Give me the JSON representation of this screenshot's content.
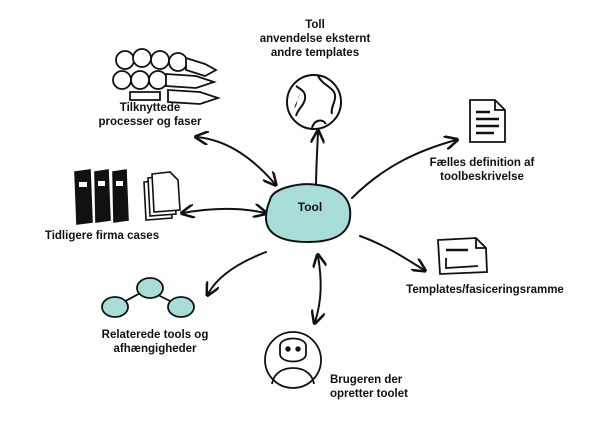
{
  "center": {
    "label": "Tool",
    "fill": "#a8dcd6"
  },
  "nodes": [
    {
      "id": "external",
      "label": "Toll\nanvendelse eksternt\nandre templates",
      "icon": "globe-icon"
    },
    {
      "id": "processes",
      "label": "Tilknyttede\nprocesser og faser",
      "icon": "process-flow-icon"
    },
    {
      "id": "definition",
      "label": "Fælles definition af\ntoolbeskrivelse",
      "icon": "document-icon"
    },
    {
      "id": "cases",
      "label": "Tidligere firma cases",
      "icon": "binders-icon"
    },
    {
      "id": "templates",
      "label": "Templates/fasiceringsramme",
      "icon": "template-icon"
    },
    {
      "id": "related",
      "label": "Relaterede tools og\nafhængigheder",
      "icon": "network-icon"
    },
    {
      "id": "creator",
      "label": "Brugeren der\nopretter toolet",
      "icon": "user-avatar-icon"
    }
  ],
  "accent": "#a8dcd6"
}
